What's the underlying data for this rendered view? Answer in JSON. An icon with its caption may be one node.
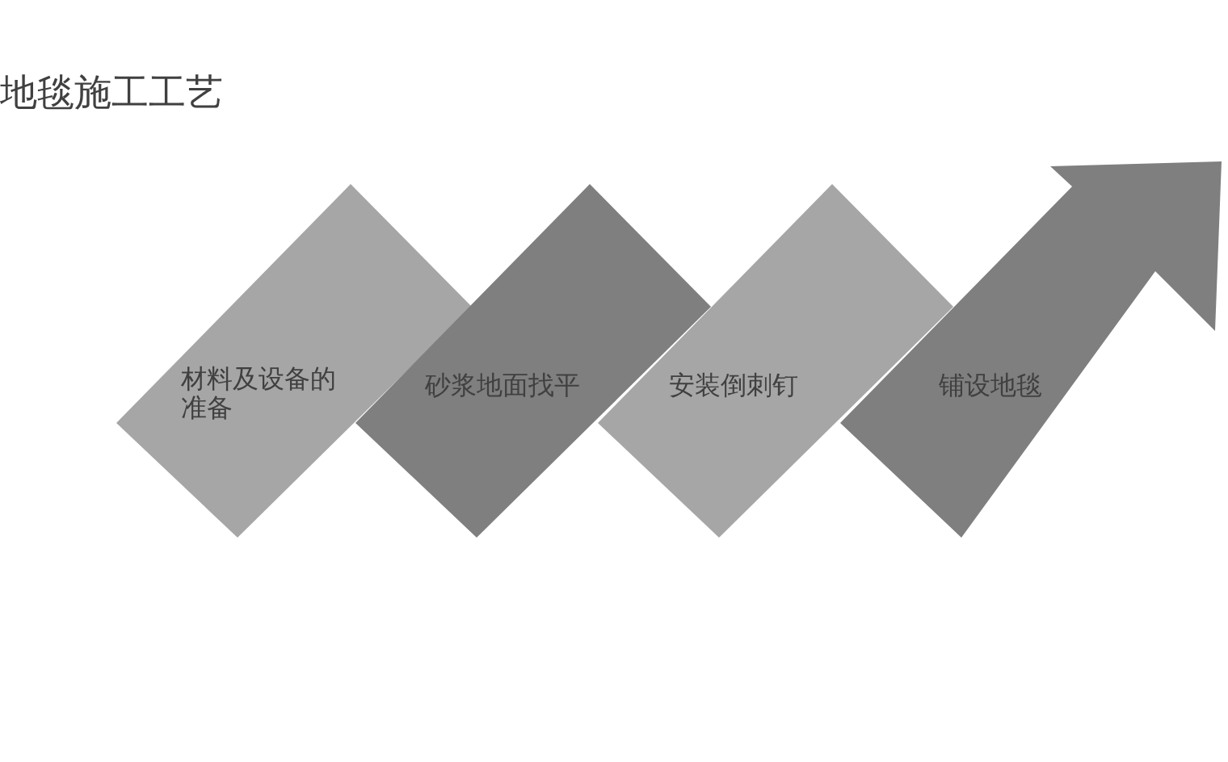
{
  "diagram": {
    "title": "地毯施工工艺",
    "nodes": [
      {
        "text": [
          "材料及设备的准备"
        ]
      },
      {
        "text": [
          "砂浆地面找平"
        ]
      },
      {
        "text": [
          "安装倒刺钉"
        ]
      },
      {
        "text": [
          "铺设地毯"
        ]
      }
    ]
  }
}
